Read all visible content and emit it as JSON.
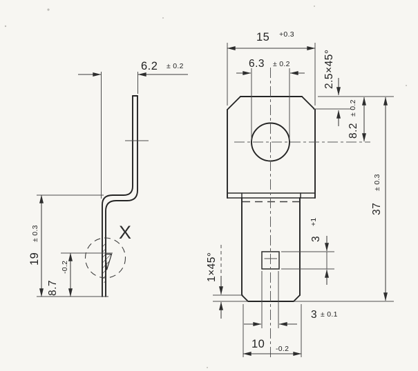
{
  "detail": {
    "label": "X"
  },
  "dims": {
    "width_top": {
      "value": "15",
      "tol": "+0.3"
    },
    "hole_dia": {
      "value": "6.3",
      "tol": "± 0.2"
    },
    "chamfer_top": {
      "value": "2.5×45°"
    },
    "hole_offset": {
      "value": "8.2",
      "tol": "± 0.2"
    },
    "total_height": {
      "value": "37",
      "tol": "± 0.3"
    },
    "bend_offset": {
      "value": "6.2",
      "tol": "± 0.2"
    },
    "leg_height": {
      "value": "19",
      "tol": "± 0.3"
    },
    "lance_height": {
      "value": "8.7",
      "tol": "-0.2"
    },
    "lance_depth": {
      "value": "3",
      "tol": "+1"
    },
    "chamfer_bottom": {
      "value": "1×45°"
    },
    "notch_width": {
      "value": "3",
      "tol": "± 0.1"
    },
    "blade_width": {
      "value": "10",
      "tol": "-0.2"
    }
  }
}
